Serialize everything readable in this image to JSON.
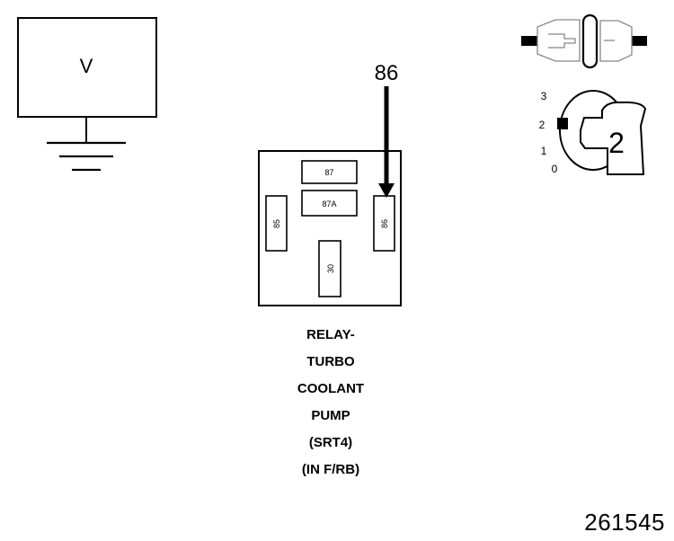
{
  "voltmeter": {
    "label": "V"
  },
  "relay": {
    "probe_pin": "86",
    "pins": {
      "p87": "87",
      "p87a": "87A",
      "p85": "85",
      "p86": "86",
      "p30": "30"
    },
    "caption_lines": [
      "RELAY-",
      "TURBO",
      "COOLANT",
      "PUMP",
      "(SRT4)",
      "(IN F/RB)"
    ]
  },
  "ignition": {
    "positions": [
      "3",
      "2",
      "1",
      "0"
    ],
    "selected": "2"
  },
  "figure_id": "261545"
}
